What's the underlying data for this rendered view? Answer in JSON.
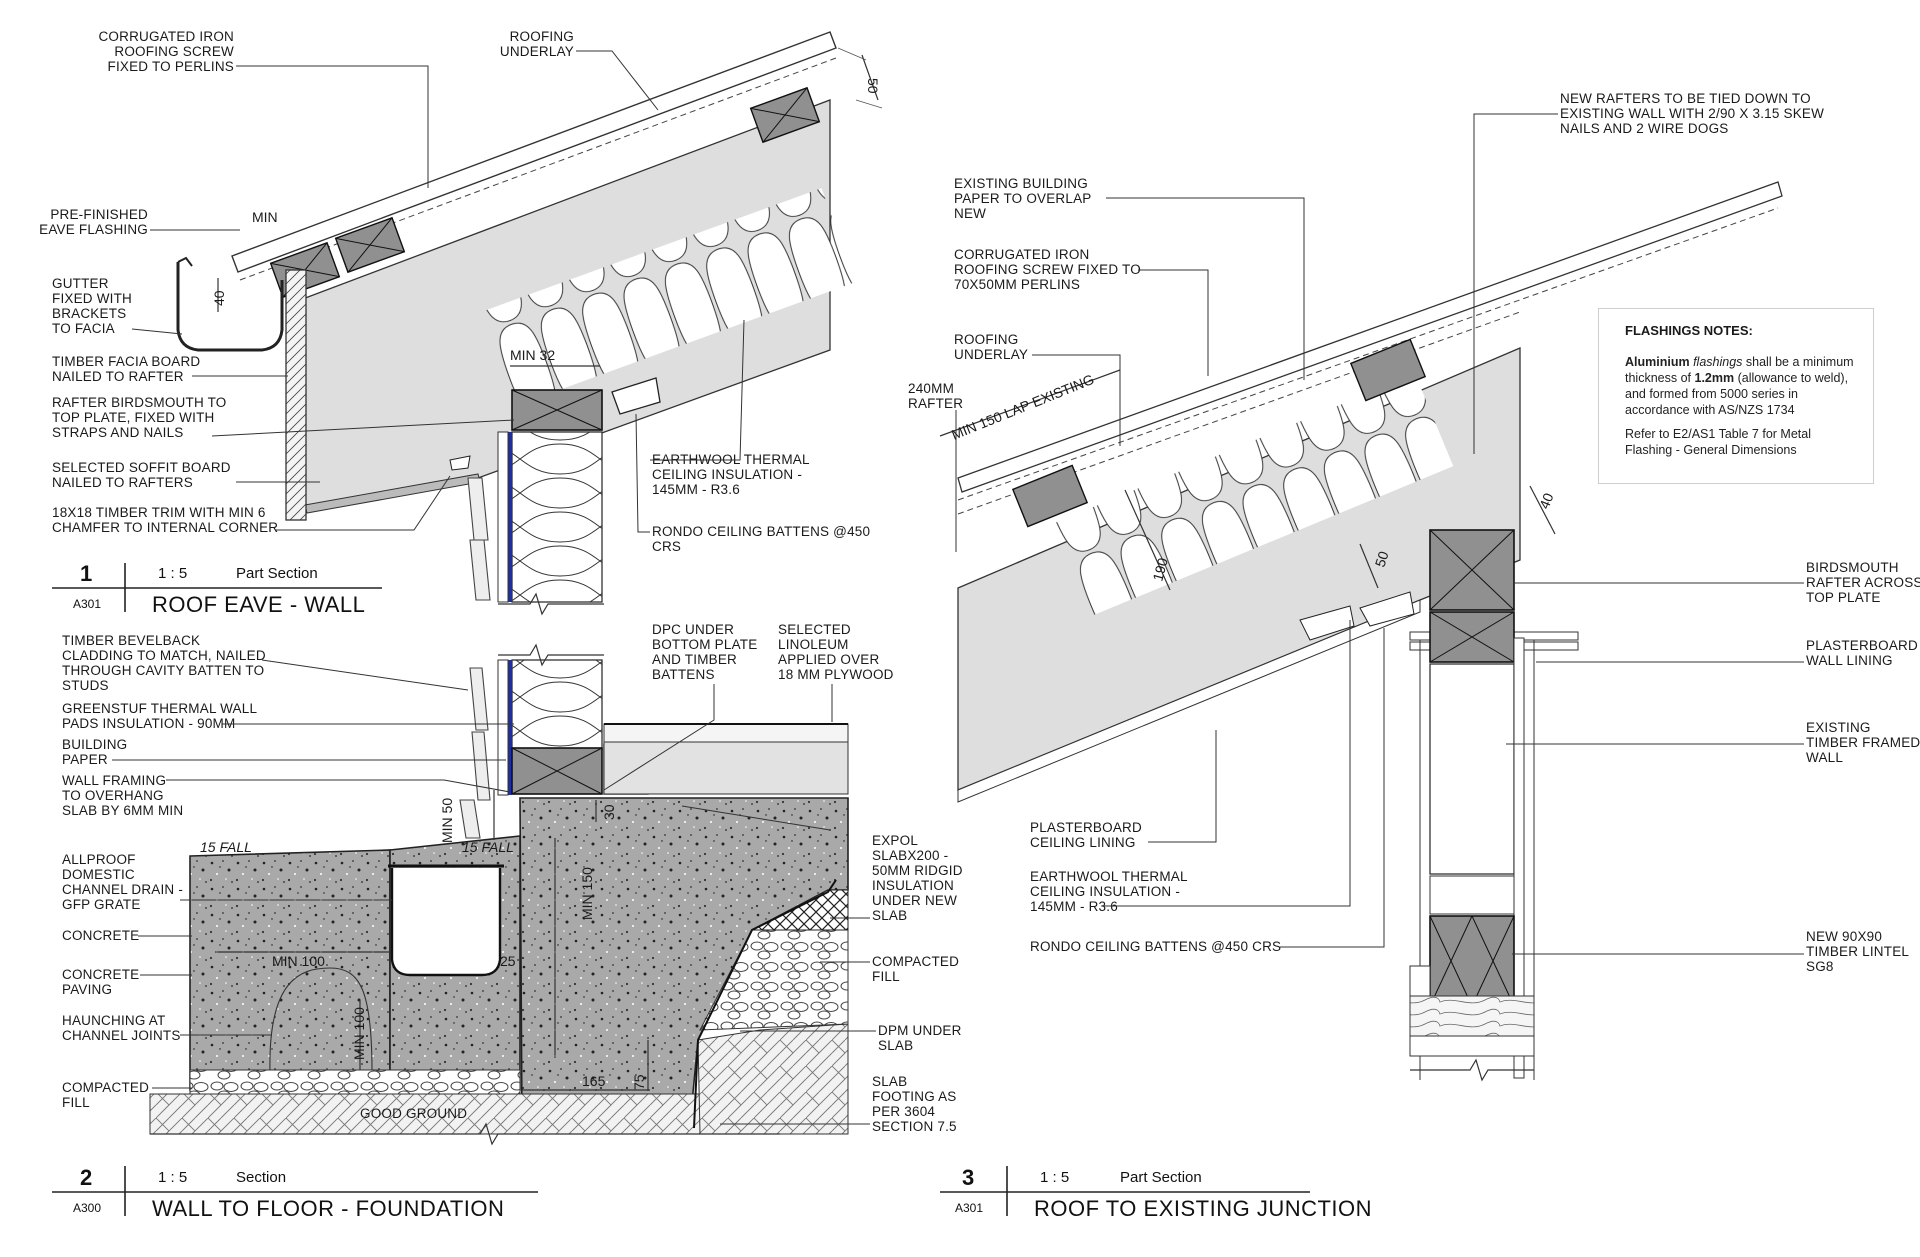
{
  "details": [
    {
      "number": "1",
      "scale": "1 : 5",
      "kind": "Part Section",
      "sheet": "A301",
      "title": "ROOF EAVE - WALL",
      "labels": [
        [
          "CORRUGATED IRON",
          "ROOFING SCREW",
          "FIXED TO PERLINS"
        ],
        [
          "ROOFING",
          "UNDERLAY"
        ],
        [
          "PRE-FINISHED",
          "EAVE FLASHING"
        ],
        [
          "GUTTER",
          "FIXED WITH",
          "BRACKETS",
          "TO FACIA"
        ],
        [
          "TIMBER FACIA BOARD",
          "NAILED TO RAFTER"
        ],
        [
          "RAFTER BIRDSMOUTH TO",
          "TOP PLATE, FIXED WITH",
          "STRAPS AND NAILS"
        ],
        [
          "SELECTED SOFFIT BOARD",
          "NAILED TO RAFTERS"
        ],
        [
          "18X18 TIMBER TRIM WITH MIN 6",
          "CHAMFER TO INTERNAL CORNER"
        ],
        [
          "EARTHWOOL THERMAL",
          "CEILING INSULATION -",
          "145MM - R3.6"
        ],
        [
          "RONDO CEILING BATTENS @450",
          "CRS"
        ]
      ],
      "dims": [
        "50",
        "MIN",
        "40",
        "MIN 32"
      ]
    },
    {
      "number": "2",
      "scale": "1 : 5",
      "kind": "Section",
      "sheet": "A300",
      "title": "WALL TO FLOOR - FOUNDATION",
      "labels": [
        [
          "TIMBER BEVELBACK",
          "CLADDING TO MATCH, NAILED",
          "THROUGH CAVITY BATTEN TO",
          "STUDS"
        ],
        [
          "GREENSTUF THERMAL WALL",
          "PADS INSULATION - 90MM"
        ],
        [
          "BUILDING",
          "PAPER"
        ],
        [
          "WALL FRAMING",
          "TO OVERHANG",
          "SLAB BY 6MM MIN"
        ],
        [
          "ALLPROOF",
          "DOMESTIC",
          "CHANNEL DRAIN -",
          "GFP GRATE"
        ],
        [
          "CONCRETE"
        ],
        [
          "CONCRETE",
          "PAVING"
        ],
        [
          "HAUNCHING AT",
          "CHANNEL JOINTS"
        ],
        [
          "COMPACTED",
          "FILL"
        ],
        [
          "DPC UNDER",
          "BOTTOM PLATE",
          "AND TIMBER",
          "BATTENS"
        ],
        [
          "SELECTED",
          "LINOLEUM",
          "APPLIED OVER",
          "18 MM PLYWOOD"
        ],
        [
          "EXPOL",
          "SLABX200 -",
          "50MM RIDGID",
          "INSULATION",
          "UNDER NEW",
          "SLAB"
        ],
        [
          "COMPACTED",
          "FILL"
        ],
        [
          "DPM UNDER",
          "SLAB"
        ],
        [
          "SLAB",
          "FOOTING AS",
          "PER 3604",
          "SECTION 7.5"
        ]
      ],
      "dims": [
        "MIN 50",
        "15 FALL",
        "15 FALL",
        "30",
        "MIN 150",
        "MIN 100",
        "25",
        "MIN 100",
        "165",
        "75",
        "GOOD GROUND"
      ]
    },
    {
      "number": "3",
      "scale": "1 : 5",
      "kind": "Part Section",
      "sheet": "A301",
      "title": "ROOF TO EXISTING JUNCTION",
      "labels": [
        [
          "NEW RAFTERS TO BE TIED DOWN TO",
          "EXISTING WALL WITH 2/90 X 3.15 SKEW",
          "NAILS AND 2 WIRE DOGS"
        ],
        [
          "EXISTING BUILDING",
          "PAPER TO OVERLAP",
          "NEW"
        ],
        [
          "CORRUGATED IRON",
          "ROOFING SCREW FIXED TO",
          "70X50MM PERLINS"
        ],
        [
          "ROOFING",
          "UNDERLAY"
        ],
        [
          "240MM",
          "RAFTER"
        ],
        [
          "BIRDSMOUTH",
          "RAFTER ACROSS",
          "TOP PLATE"
        ],
        [
          "PLASTERBOARD",
          "WALL LINING"
        ],
        [
          "EXISTING",
          "TIMBER FRAMED",
          "WALL"
        ],
        [
          "PLASTERBOARD",
          "CEILING LINING"
        ],
        [
          "EARTHWOOL THERMAL",
          "CEILING INSULATION -",
          "145MM - R3.6"
        ],
        [
          "RONDO CEILING BATTENS @450 CRS"
        ],
        [
          "NEW 90X90",
          "TIMBER LINTEL",
          "SG8"
        ]
      ],
      "dims": [
        "MIN 150 LAP EXISTING",
        "190",
        "50",
        "40"
      ]
    }
  ],
  "notes": {
    "title": "FLASHINGS NOTES:",
    "p1_bold": "Aluminium",
    "p1_italic": "flashings",
    "p1_a": " shall be a minimum thickness of",
    "p1_bold2": "1.2mm",
    "p1_b": " (allowance to weld), and formed from 5000 series in accordance with AS/NZS 1734",
    "p2": "Refer to E2/AS1 Table 7 for Metal Flashing - General Dimensions"
  }
}
